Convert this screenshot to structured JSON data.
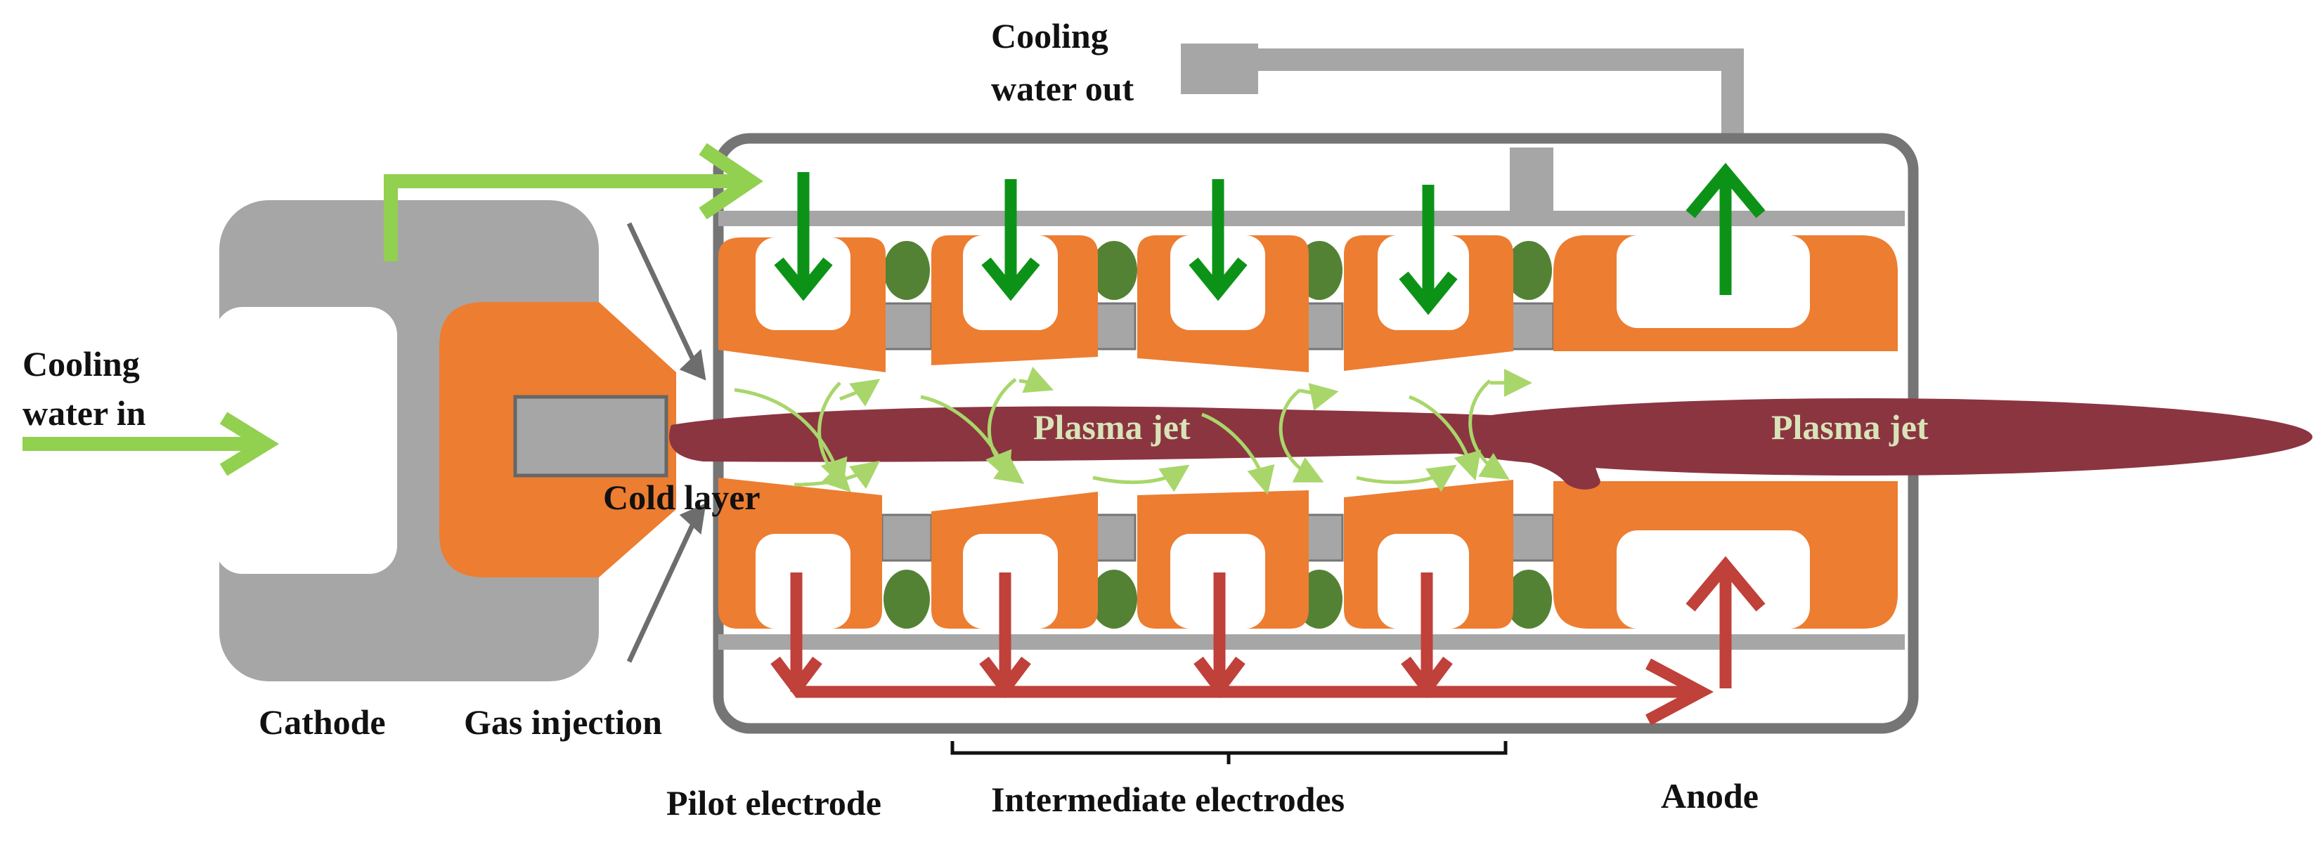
{
  "labels": {
    "cooling_water_in_1": "Cooling",
    "cooling_water_in_2": "water in",
    "cooling_water_out_1": "Cooling",
    "cooling_water_out_2": "water out",
    "cathode": "Cathode",
    "gas_injection": "Gas injection",
    "cold_layer": "Cold layer",
    "plasma_jet_1": "Plasma jet",
    "plasma_jet_2": "Plasma jet",
    "pilot_electrode": "Pilot electrode",
    "intermediate_electrodes": "Intermediate electrodes",
    "anode": "Anode"
  },
  "colors": {
    "cathode_body": "#a6a6a6",
    "electrode_orange": "#ed7d31",
    "housing_outline": "#757575",
    "spacer_gray": "#a6a6a6",
    "insulator_green": "#548235",
    "cooling_in_arrow": "#92d050",
    "cooling_down_arrow": "#0c9317",
    "cooling_return_arrow": "#c0403a",
    "plasma": "#8b3541",
    "plasma_label": "#d8e4b8",
    "gas_arrow": "#6d6d6d"
  }
}
